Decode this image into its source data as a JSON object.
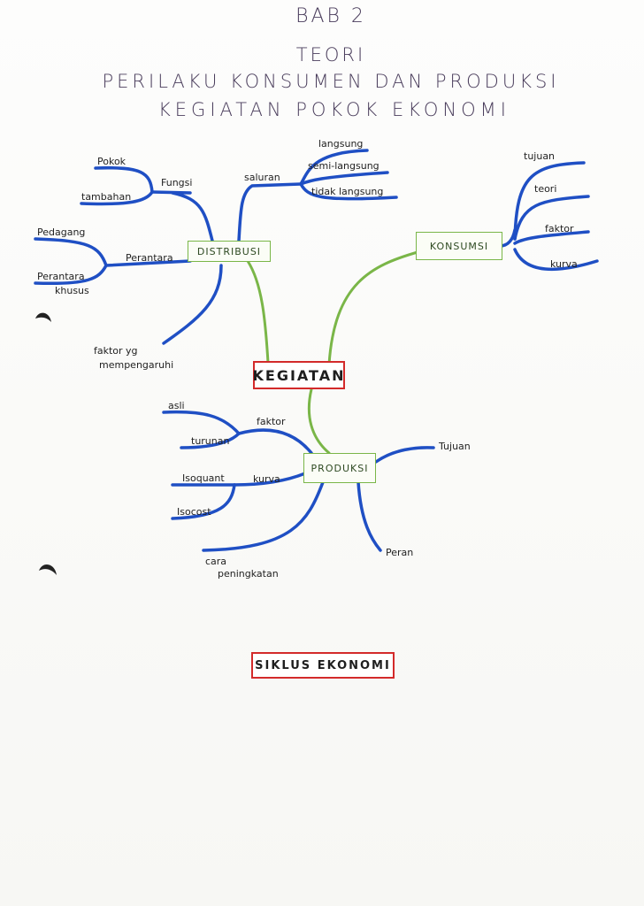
{
  "title": {
    "line1": "BAB 2",
    "line2": "TEORI",
    "line3": "PERILAKU KONSUMEN DAN PRODUKSI",
    "line4": "KEGIATAN POKOK EKONOMI"
  },
  "center": {
    "label": "KEGIATAN"
  },
  "distribusi": {
    "label": "DISTRIBUSI",
    "fungsi": {
      "label": "Fungsi",
      "children": [
        "Pokok",
        "tambahan"
      ]
    },
    "saluran": {
      "label": "saluran",
      "children": [
        "langsung",
        "semi-langsung",
        "tidak langsung"
      ]
    },
    "perantara": {
      "label": "Perantara",
      "children": [
        "Pedagang",
        "Perantara",
        "khusus"
      ]
    },
    "faktor": {
      "line1": "faktor yg",
      "line2": "mempengaruhi"
    }
  },
  "konsumsi": {
    "label": "KONSUMSI",
    "children": [
      "tujuan",
      "teori",
      "faktor",
      "kurva"
    ]
  },
  "produksi": {
    "label": "PRODUKSI",
    "faktor": {
      "label": "faktor",
      "children": [
        "asli",
        "turunan"
      ]
    },
    "kurva": {
      "label": "kurva",
      "children": [
        "Isoquant",
        "Isocost"
      ]
    },
    "cara": {
      "line1": "cara",
      "line2": "peningkatan"
    },
    "tujuan": "Tujuan",
    "peran": "Peran"
  },
  "siklus": {
    "label": "SIKLUS EKONOMI"
  },
  "colors": {
    "branch": "#1f4fc4",
    "link": "#7ab648",
    "center_border": "#d32a2a"
  }
}
